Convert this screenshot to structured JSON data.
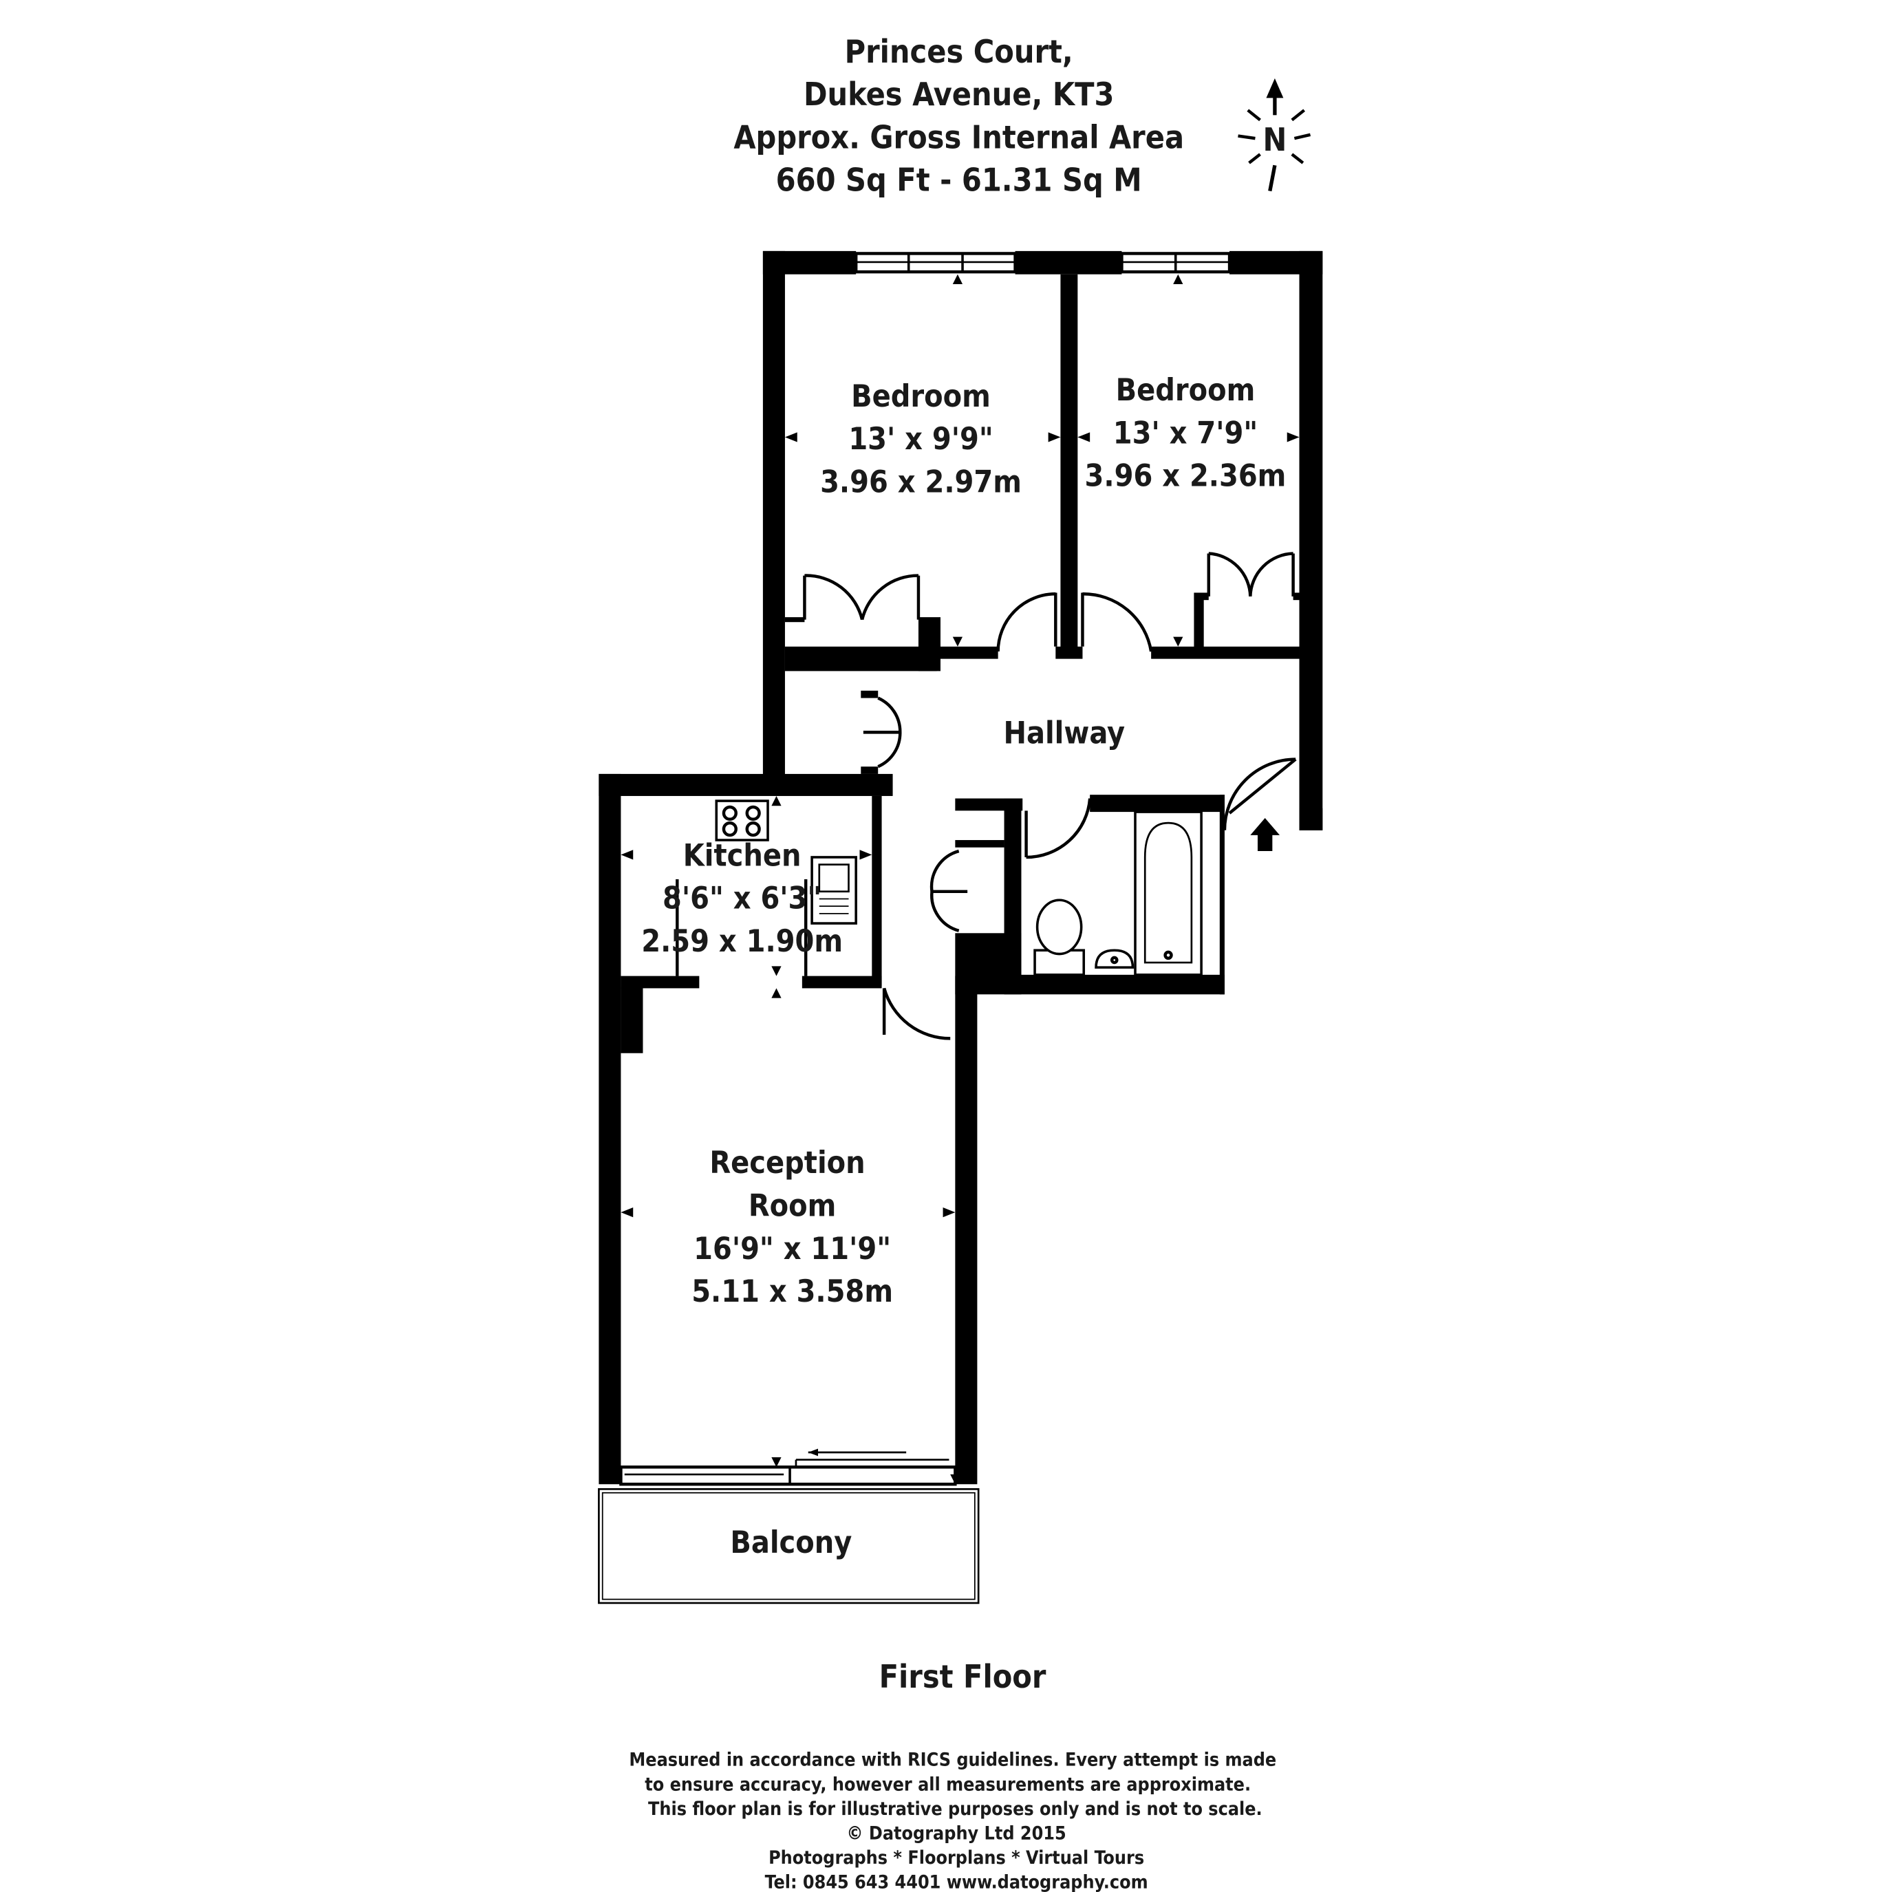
{
  "header": {
    "line1": "Princes Court,",
    "line2": "Dukes Avenue, KT3",
    "line3": "Approx. Gross Internal Area",
    "line4": "660 Sq Ft  -  61.31 Sq M"
  },
  "compass": {
    "label": "N"
  },
  "rooms": {
    "bedroom1": {
      "name": "Bedroom",
      "imperial": "13' x 9'9\"",
      "metric": "3.96 x 2.97m"
    },
    "bedroom2": {
      "name": "Bedroom",
      "imperial": "13' x 7'9\"",
      "metric": "3.96 x 2.36m"
    },
    "hallway": {
      "name": "Hallway"
    },
    "kitchen": {
      "name": "Kitchen",
      "imperial": "8'6\" x 6'3\"",
      "metric": "2.59 x 1.90m"
    },
    "reception": {
      "name1": "Reception",
      "name2": "Room",
      "imperial": "16'9\" x 11'9\"",
      "metric": "5.11 x 3.58m"
    },
    "balcony": {
      "name": "Balcony"
    }
  },
  "floor_label": "First Floor",
  "footer": {
    "l1": "Measured in accordance with RICS guidelines. Every attempt is made",
    "l2": "to ensure accuracy, however all measurements are approximate.",
    "l3": "This floor plan is for illustrative purposes only and is not to scale.",
    "l4": "© Datography Ltd 2015",
    "l5": "Photographs * Floorplans * Virtual Tours",
    "l6": "Tel: 0845 643 4401 www.datography.com"
  }
}
